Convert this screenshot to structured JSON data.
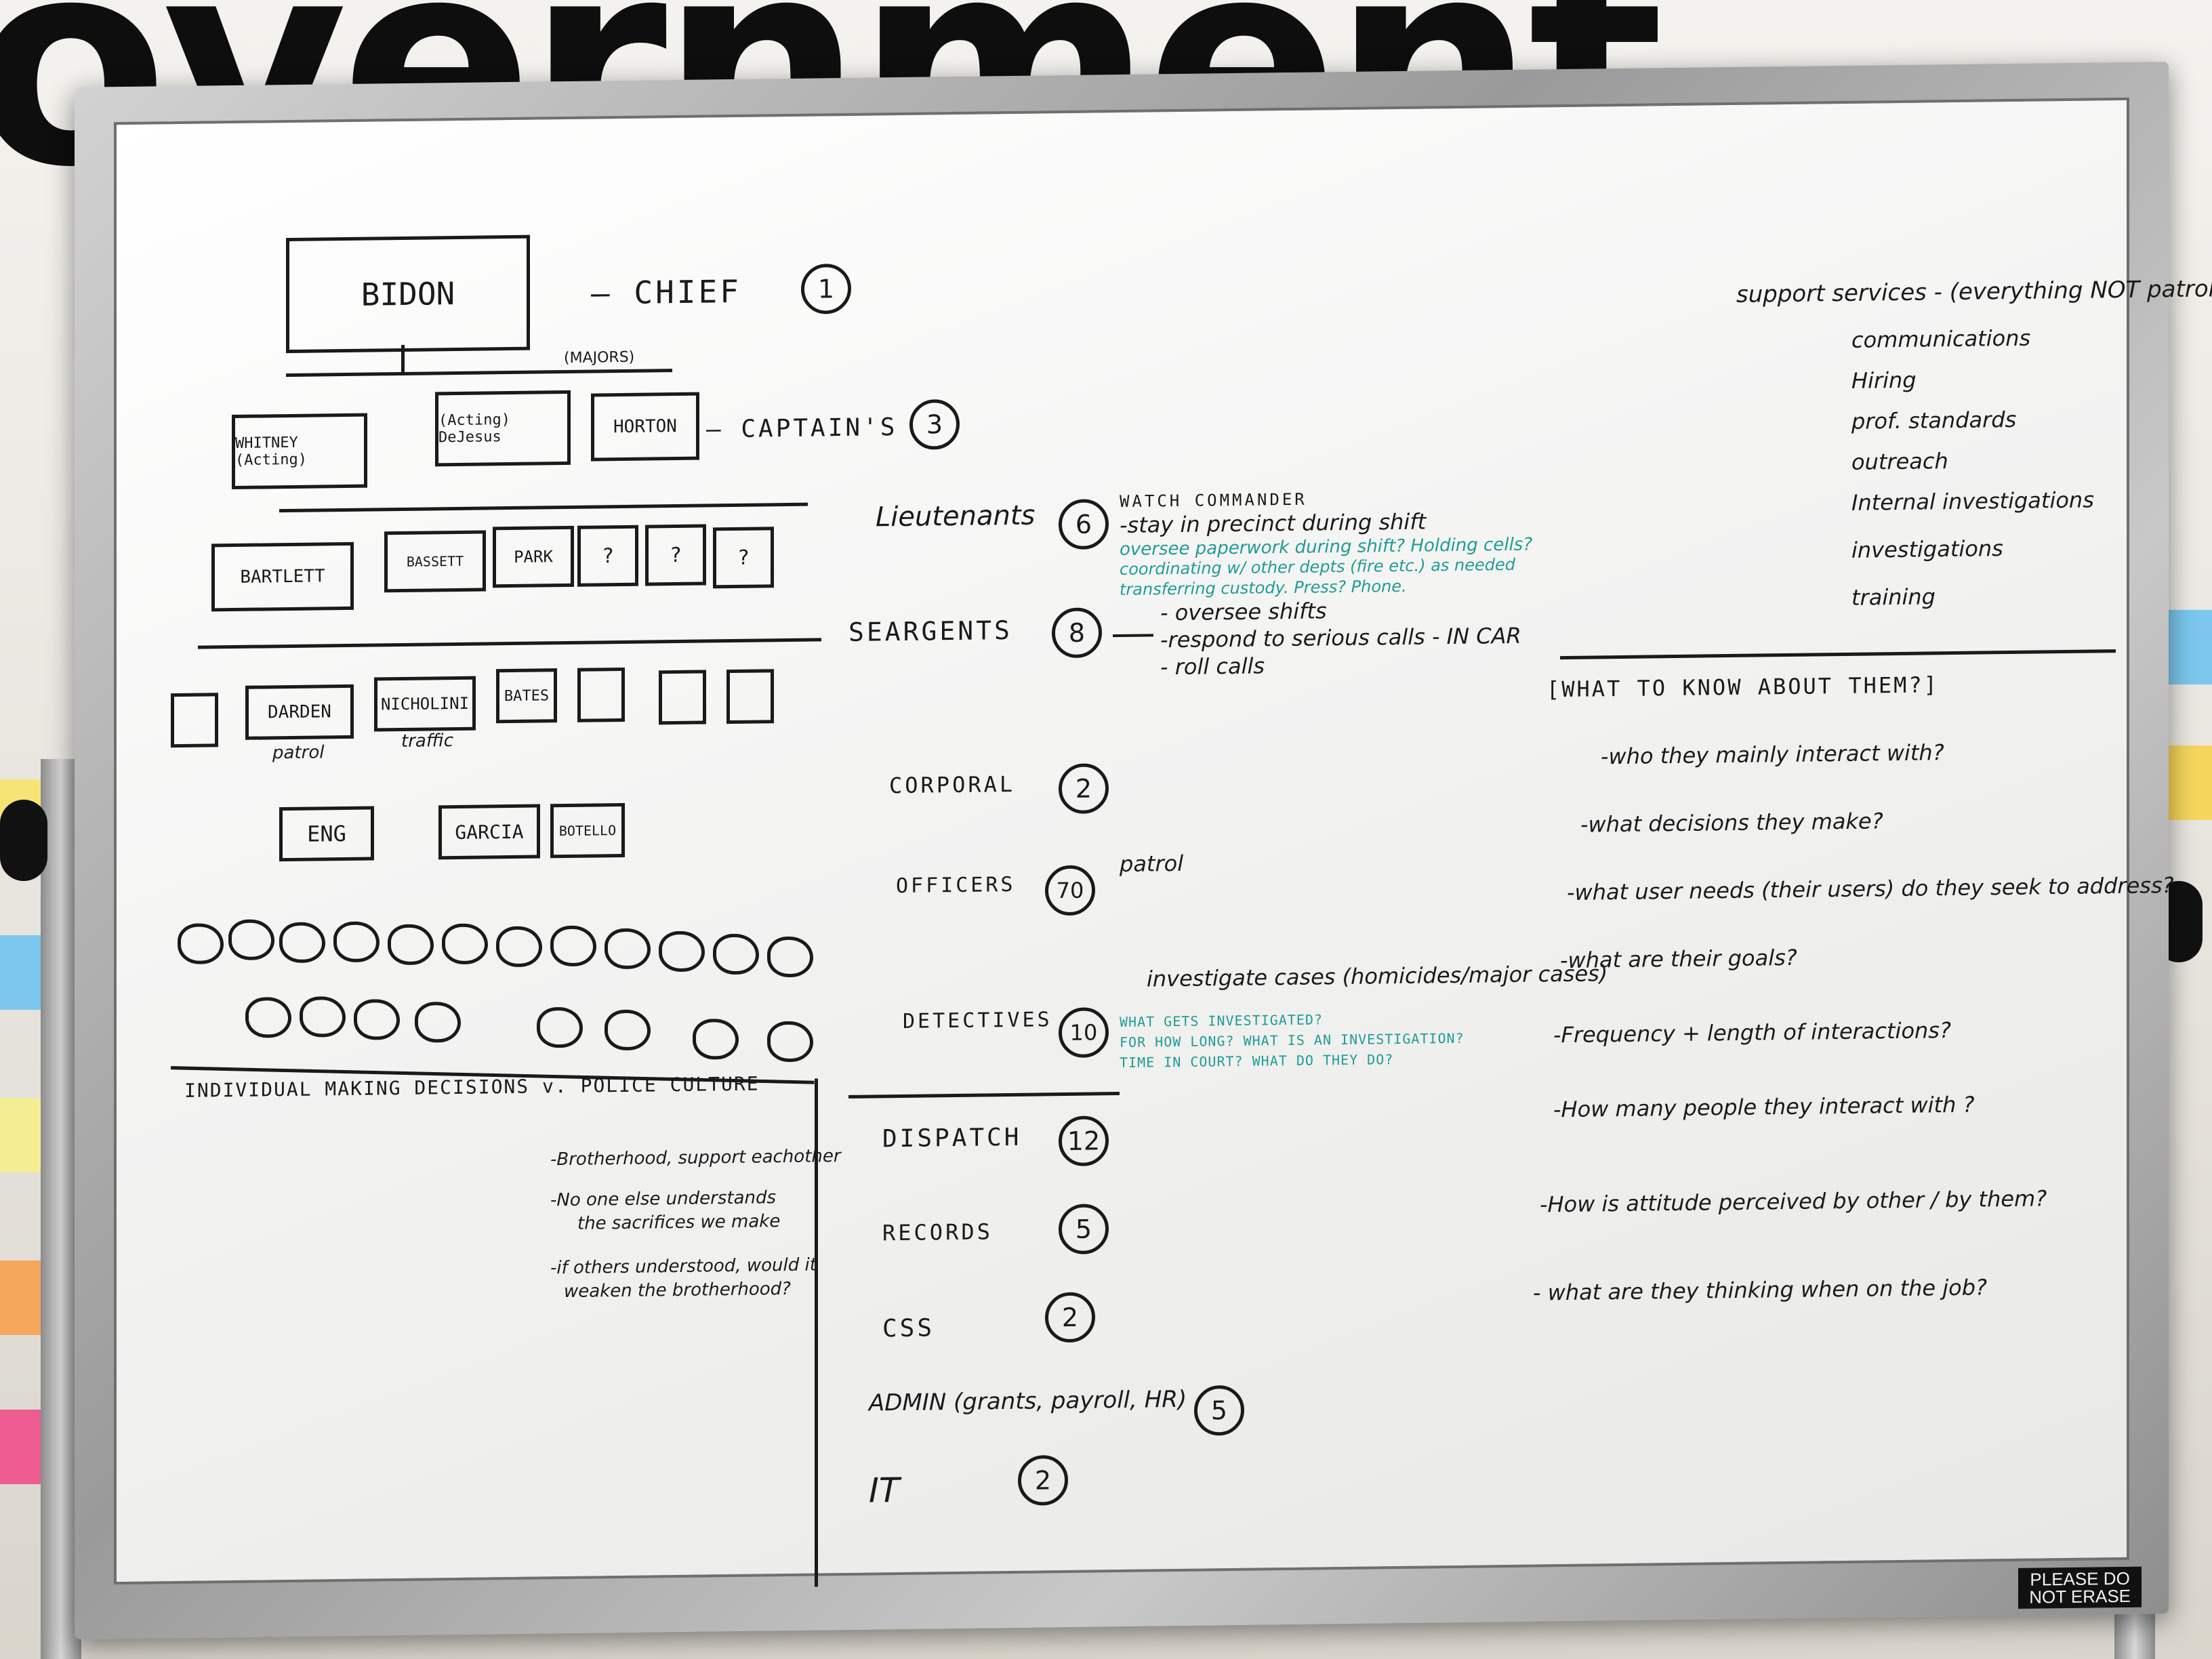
{
  "wall": {
    "lettering": "overnment"
  },
  "board_label": {
    "line1": "PLEASE DO",
    "line2": "NOT ERASE"
  },
  "org_chart": {
    "chief_box": "BIDON",
    "chief_label": "— CHIEF",
    "chief_count": "1",
    "majors_note": "(MAJORS)",
    "captains": [
      "WHITNEY (Acting)",
      "(Acting) DeJesus",
      "HORTON"
    ],
    "captains_label": "— CAPTAIN'S",
    "captains_count": "3",
    "lieutenants": [
      "BARTLETT",
      "BASSETT",
      "PARK",
      "?",
      "?",
      "?"
    ],
    "sergeants": [
      "",
      "DARDEN",
      "NICHOLINI",
      "BATES",
      "",
      "",
      ""
    ],
    "darden_note": "patrol",
    "nicholini_note": "traffic",
    "corporals": [
      "ENG",
      "GARCIA",
      "BOTELLO"
    ]
  },
  "ranks": [
    {
      "label": "Lieutenants",
      "count": "6"
    },
    {
      "label": "SEARGENTS",
      "count": "8"
    },
    {
      "label": "CORPORAL",
      "count": "2"
    },
    {
      "label": "OFFICERS",
      "count": "70"
    },
    {
      "label": "DETECTIVES",
      "count": "10"
    }
  ],
  "notes": {
    "watch_commander": "WATCH COMMANDER",
    "stay_in_precinct": "-stay in precinct during shift",
    "teal_lines": [
      "oversee paperwork during shift? Holding cells?",
      "coordinating w/ other depts (fire etc.) as needed",
      "transferring custody. Press? Phone."
    ],
    "sergeant_lines": [
      "- oversee shifts",
      "-respond to serious calls - IN CAR",
      "- roll calls"
    ],
    "officers_note": "patrol",
    "detectives_note": "investigate cases (homicides/major cases)",
    "detectives_teal": [
      "WHAT GETS INVESTIGATED?",
      "FOR HOW LONG? WHAT IS AN INVESTIGATION?",
      "TIME IN COURT? WHAT DO THEY DO?"
    ]
  },
  "support_units": [
    {
      "label": "DISPATCH",
      "count": "12"
    },
    {
      "label": "RECORDS",
      "count": "5"
    },
    {
      "label": "CSS",
      "count": "2"
    },
    {
      "label": "ADMIN (grants, payroll, HR)",
      "count": "5"
    },
    {
      "label": "IT",
      "count": "2"
    }
  ],
  "support_services": {
    "heading": "support services - (everything NOT patrol)",
    "items": [
      "communications",
      "Hiring",
      "prof. standards",
      "outreach",
      "Internal investigations",
      "investigations",
      "training"
    ]
  },
  "what_to_know": {
    "heading": "[WHAT TO KNOW ABOUT THEM?]",
    "questions": [
      "-who they mainly interact with?",
      "-what decisions they make?",
      "-what user needs (their users) do they seek to address?",
      "-what are their goals?",
      "-Frequency + length of interactions?",
      "-How many people they interact with ?",
      "-How is attitude perceived by other / by them?",
      "- what are they thinking when on the job?"
    ]
  },
  "culture": {
    "heading": "INDIVIDUAL MAKING DECISIONS v. POLICE CULTURE",
    "lines": [
      "-Brotherhood, support eachother",
      "-No one else understands",
      "the sacrifices we make",
      "-if others understood, would it",
      "weaken the brotherhood?"
    ]
  }
}
